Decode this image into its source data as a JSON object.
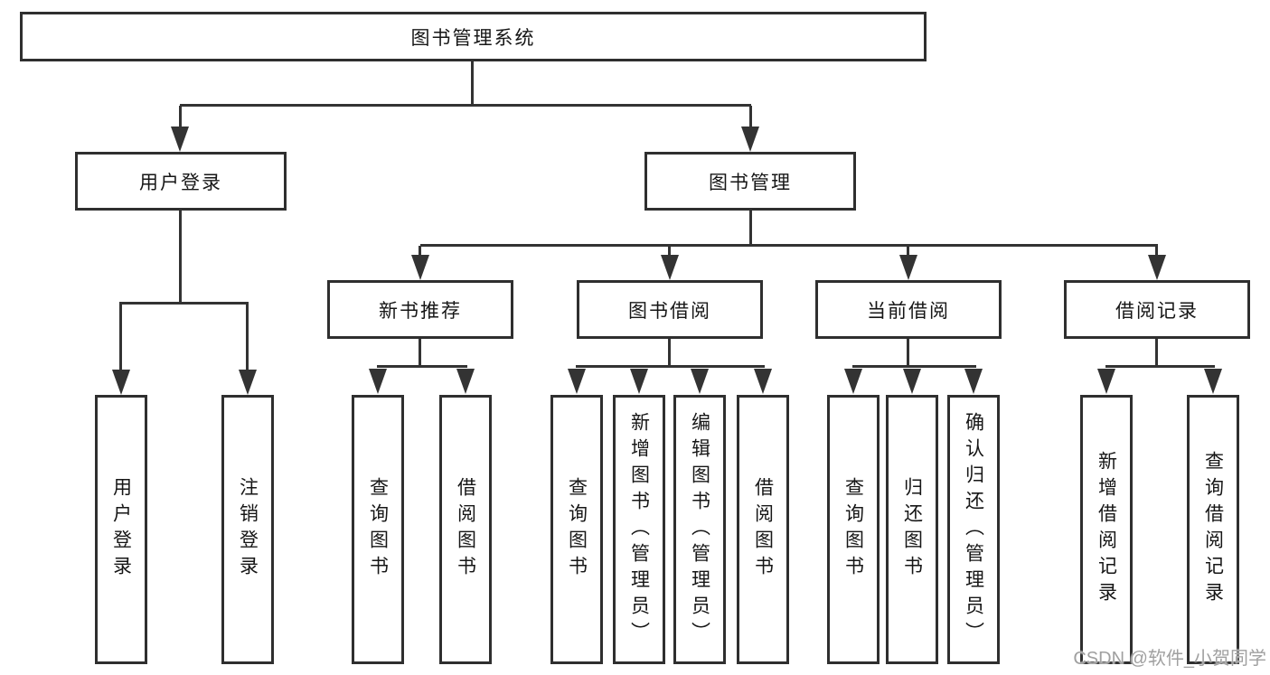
{
  "diagram": {
    "type": "tree",
    "nodes": {
      "root": "图书管理系统",
      "user_login": "用户登录",
      "book_management": "图书管理",
      "new_book_recommend": "新书推荐",
      "book_borrowing": "图书借阅",
      "current_borrowing": "当前借阅",
      "borrowing_records": "借阅记录",
      "leaf_user_login": "用户登录",
      "leaf_logout": "注销登录",
      "leaf_rec_query_books": "查询图书",
      "leaf_rec_borrow_books": "借阅图书",
      "leaf_bor_query_books": "查询图书",
      "leaf_bor_add_books": "新增图书（管理员）",
      "leaf_bor_edit_books": "编辑图书（管理员）",
      "leaf_bor_borrow_books": "借阅图书",
      "leaf_cur_query_books": "查询图书",
      "leaf_cur_return_books": "归还图书",
      "leaf_cur_confirm_return": "确认归还（管理员）",
      "leaf_records_add_record": "新增借阅记录",
      "leaf_records_query_record": "查询借阅记录"
    },
    "edges": [
      [
        "root",
        "user_login"
      ],
      [
        "root",
        "book_management"
      ],
      [
        "user_login",
        "leaf_user_login"
      ],
      [
        "user_login",
        "leaf_logout"
      ],
      [
        "book_management",
        "new_book_recommend"
      ],
      [
        "book_management",
        "book_borrowing"
      ],
      [
        "book_management",
        "current_borrowing"
      ],
      [
        "book_management",
        "borrowing_records"
      ],
      [
        "new_book_recommend",
        "leaf_rec_query_books"
      ],
      [
        "new_book_recommend",
        "leaf_rec_borrow_books"
      ],
      [
        "book_borrowing",
        "leaf_bor_query_books"
      ],
      [
        "book_borrowing",
        "leaf_bor_add_books"
      ],
      [
        "book_borrowing",
        "leaf_bor_edit_books"
      ],
      [
        "book_borrowing",
        "leaf_bor_borrow_books"
      ],
      [
        "current_borrowing",
        "leaf_cur_query_books"
      ],
      [
        "current_borrowing",
        "leaf_cur_return_books"
      ],
      [
        "current_borrowing",
        "leaf_cur_confirm_return"
      ],
      [
        "borrowing_records",
        "leaf_records_add_record"
      ],
      [
        "borrowing_records",
        "leaf_records_query_record"
      ]
    ],
    "colors": {
      "line": "#333333",
      "border": "#2f2f2f",
      "text": "#161616",
      "background": "#ffffff",
      "watermark": "#a0a0a0"
    }
  },
  "watermark": {
    "text": "CSDN @软件_小贺同学"
  }
}
